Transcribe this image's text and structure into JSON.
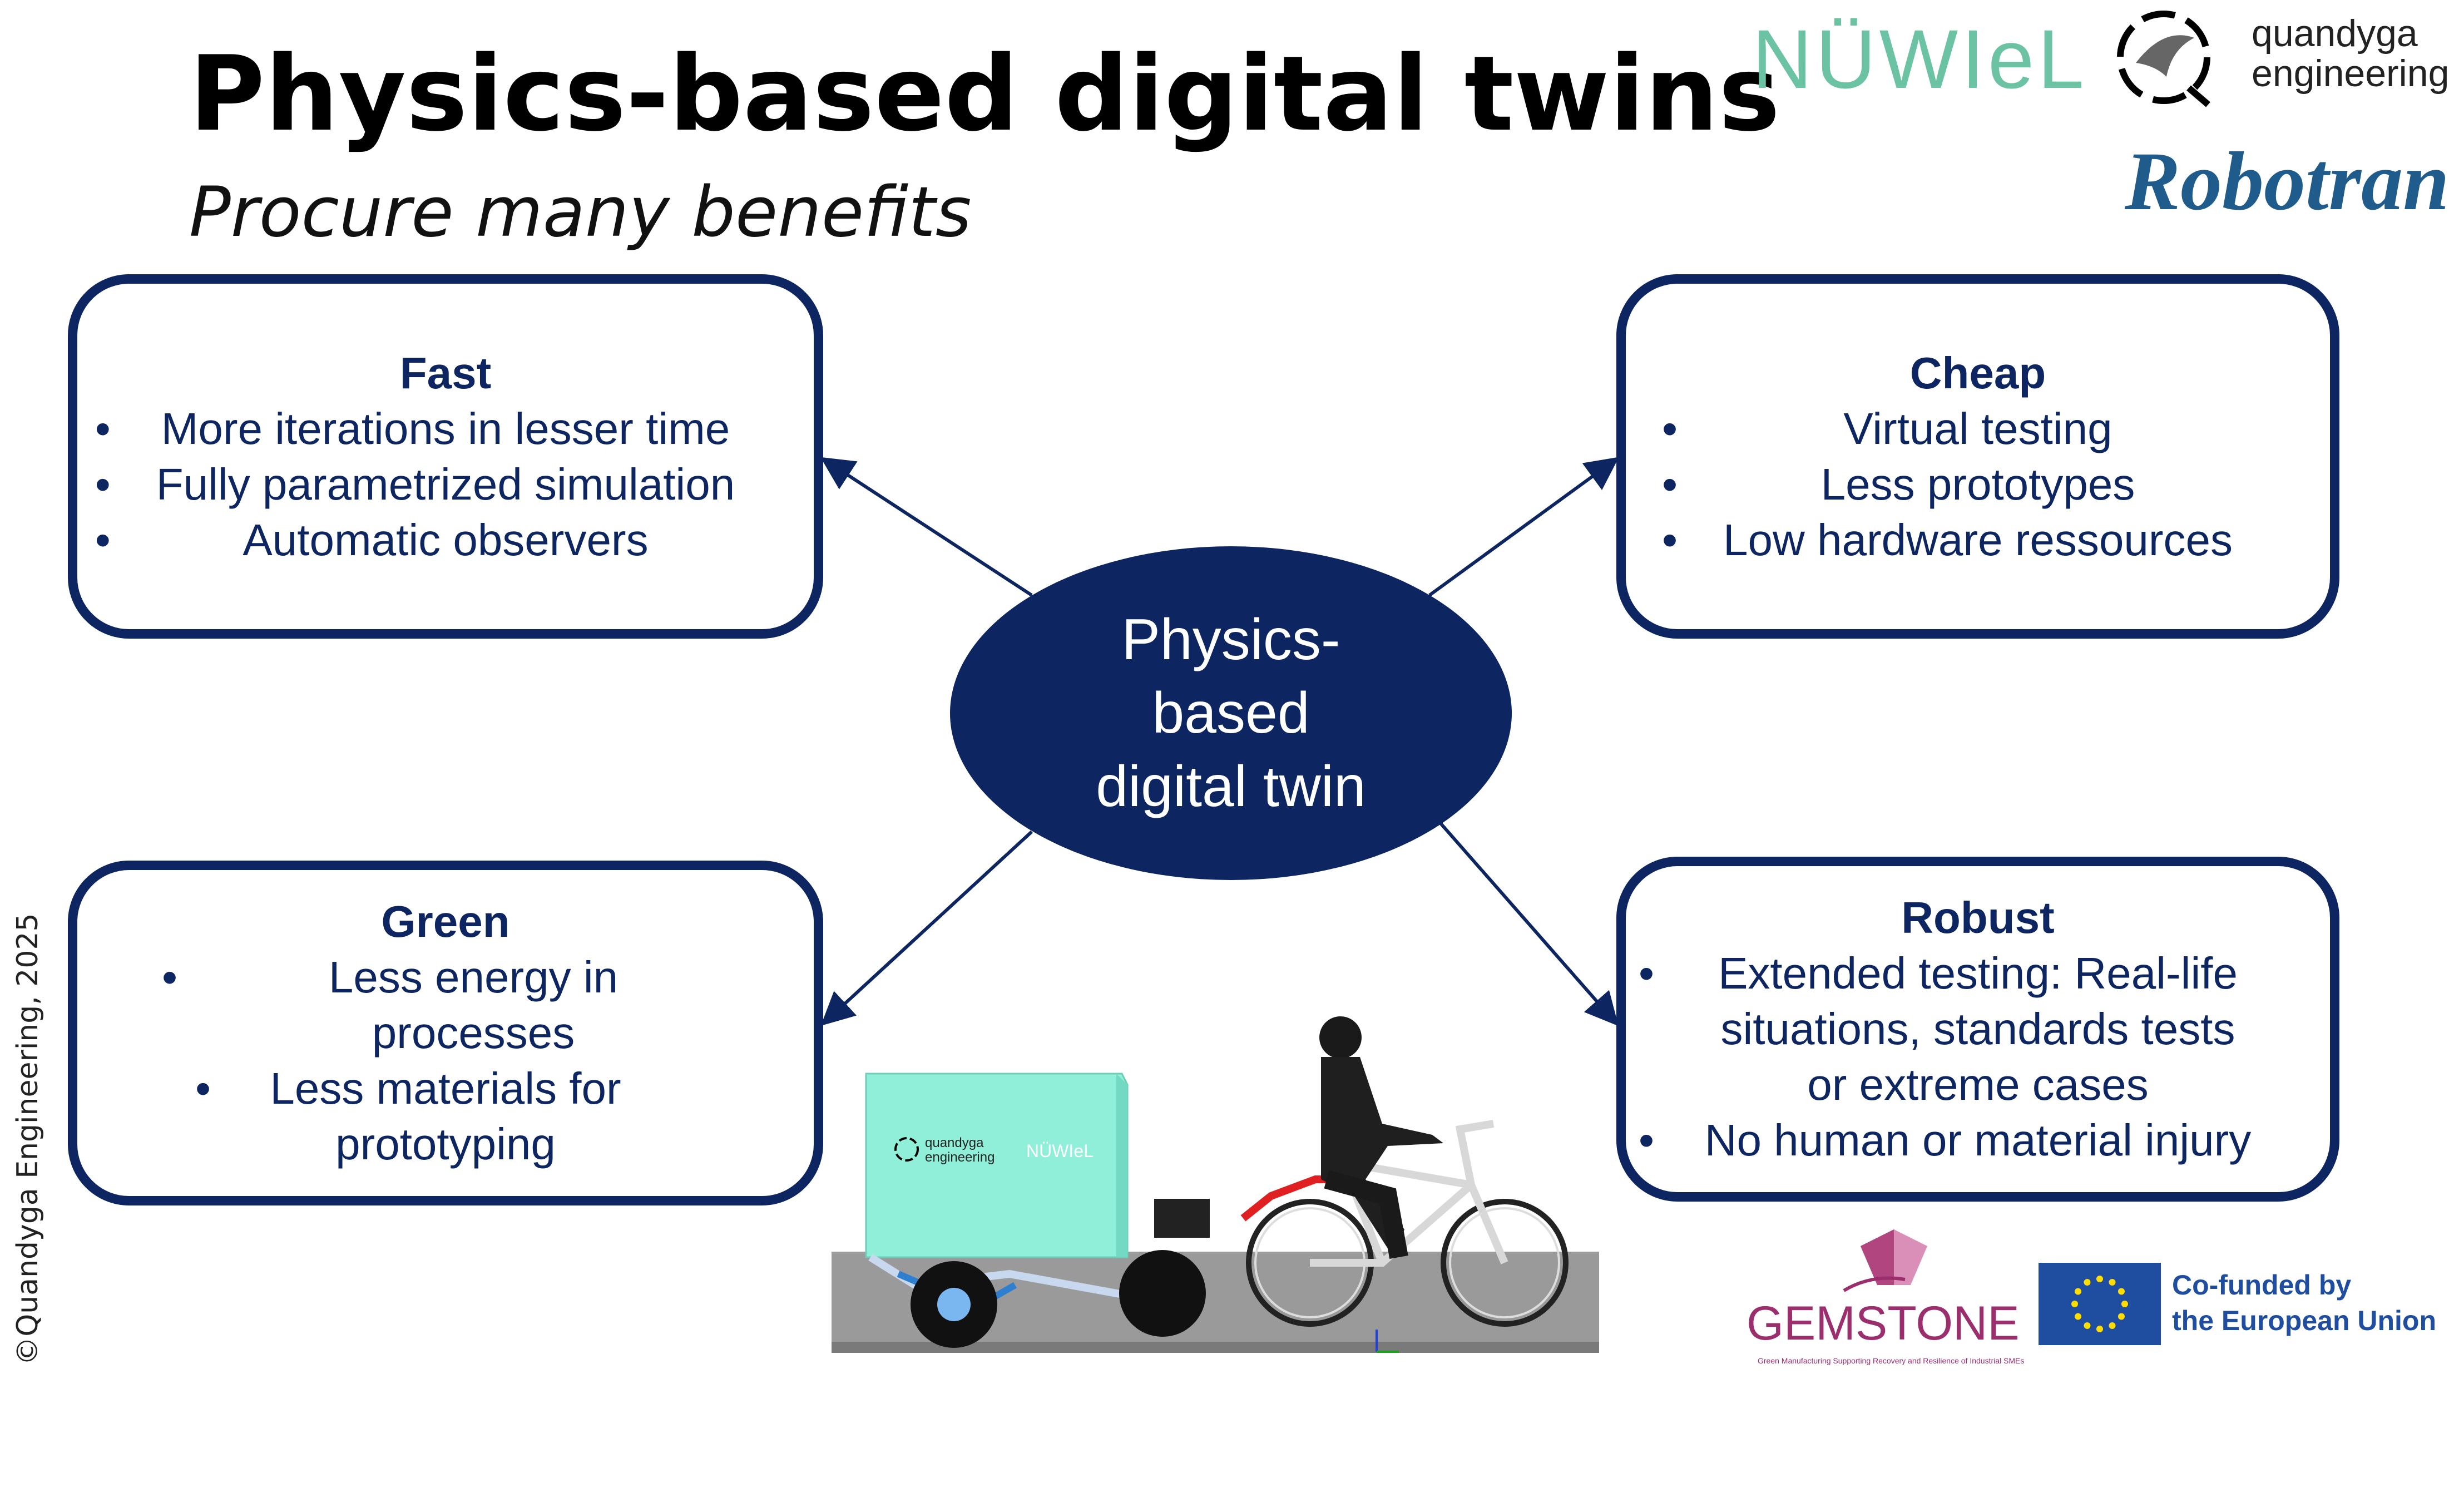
{
  "title": "Physics-based digital twins",
  "subtitle": "Procure many benefits",
  "copyright": "©Quandyga Engineering, 2025",
  "center": {
    "lines": [
      "Physics-",
      "based",
      "digital twin"
    ]
  },
  "boxes": {
    "fast": {
      "heading": "Fast",
      "items": [
        "More iterations in lesser time",
        "Fully parametrized simulation",
        "Automatic observers"
      ]
    },
    "cheap": {
      "heading": "Cheap",
      "items": [
        "Virtual testing",
        "Less prototypes",
        "Low hardware ressources"
      ]
    },
    "green": {
      "heading": "Green",
      "items": [
        "Less energy in processes",
        "Less materials for prototyping"
      ]
    },
    "robust": {
      "heading": "Robust",
      "items": [
        "Extended testing: Real-life situations, standards tests or extreme cases",
        "No human or material injury"
      ]
    }
  },
  "logos": {
    "nuwiel": "NÜWIeL",
    "quandyga_line1": "quandyga",
    "quandyga_line2": "engineering",
    "robotran": "Robotran",
    "gemstone": "GEMSTONE",
    "gemstone_tagline": "Green Manufacturing Supporting Recovery and Resilience of Industrial SMEs",
    "eu_line1": "Co-funded by",
    "eu_line2": "the European Union",
    "cargo_box_quandyga_line1": "quandyga",
    "cargo_box_quandyga_line2": "engineering",
    "cargo_box_nuwiel": "NÜWIeL"
  },
  "colors": {
    "navy": "#0d2560",
    "mint": "#8fefd9",
    "nuwiel_green": "#6cc3a4",
    "gemstone_purple": "#9b2f6e",
    "eu_blue": "#1f4ea0"
  }
}
